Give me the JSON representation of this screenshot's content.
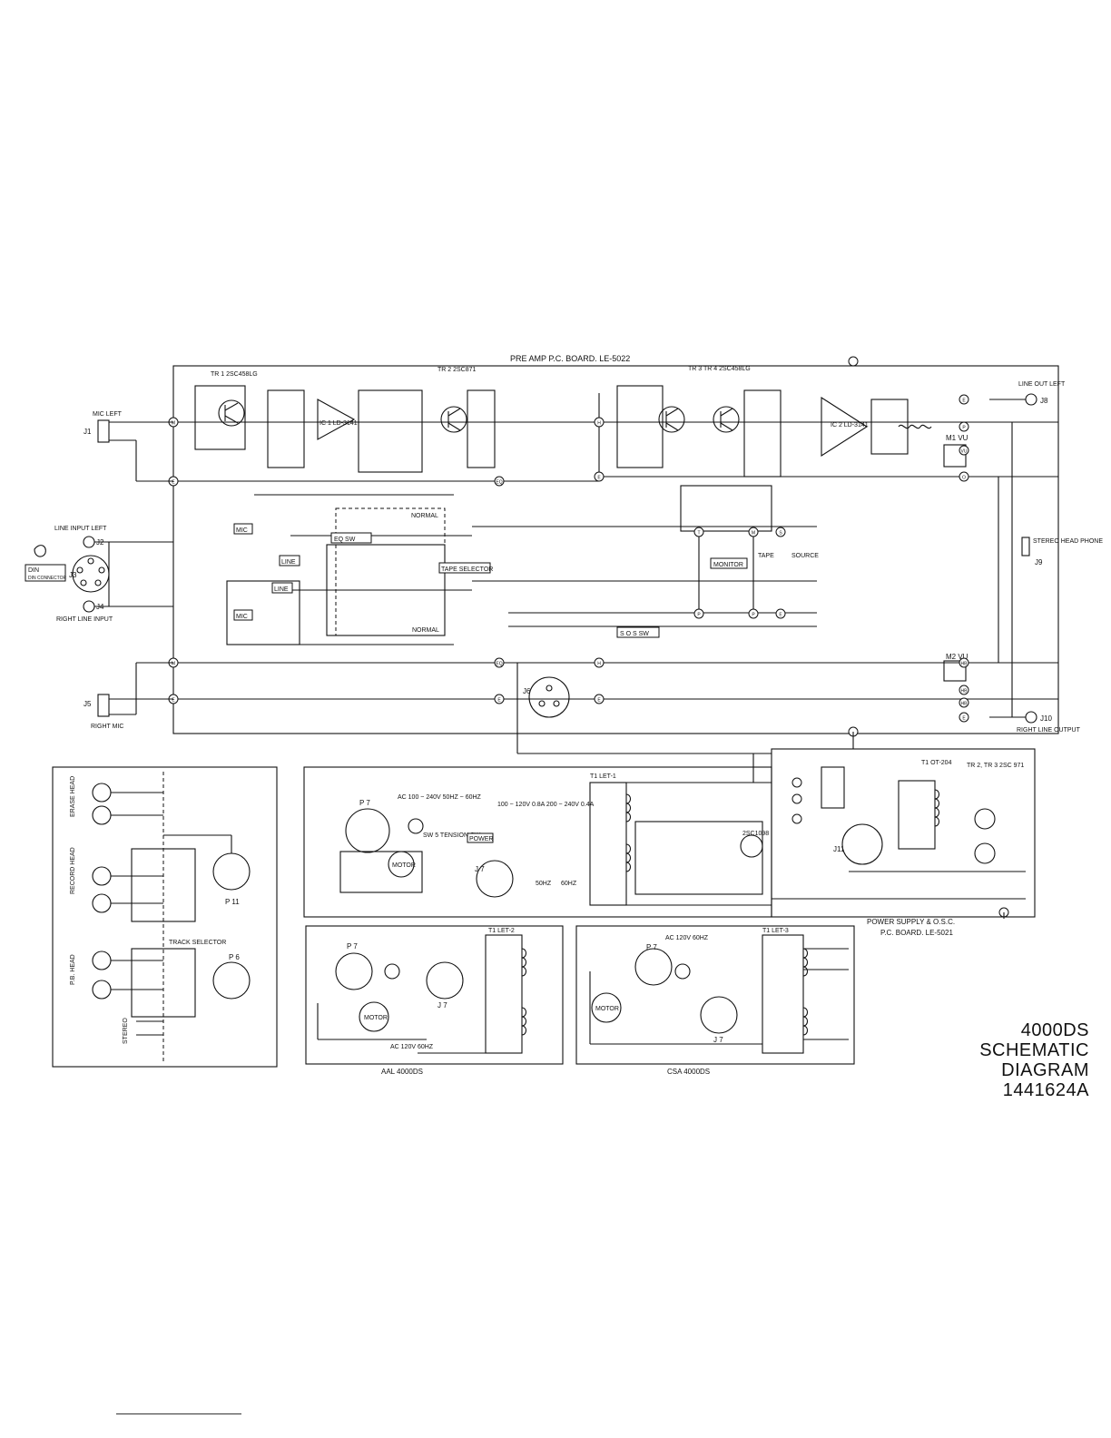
{
  "title_block": {
    "model": "4000DS",
    "title": "SCHEMATIC DIAGRAM",
    "number": "1441624A"
  },
  "boards": {
    "preamp": "PRE AMP P.C. BOARD. LE-5022",
    "power_line1": "POWER SUPPLY & O.S.C.",
    "power_line2": "P.C. BOARD. LE-5021"
  },
  "connectors": {
    "mic_left": "MIC LEFT",
    "j1": "J1",
    "line_input_left": "LINE INPUT LEFT",
    "j2": "J2",
    "din": "DIN CONNECTOR",
    "j3": "J3",
    "j4": "J4",
    "right_line_input": "RIGHT LINE INPUT",
    "j5": "J5",
    "right_mic": "RIGHT MIC",
    "line_out_left": "LINE OUT LEFT",
    "j8": "J8",
    "stereo_head_phone": "STEREO HEAD PHONE",
    "j9": "J9",
    "right_line_output": "RIGHT LINE OUTPUT",
    "j10": "J10",
    "j6": "J6",
    "j11": "J11",
    "p7": "P 7",
    "j7": "J 7",
    "p11": "P 11",
    "p6": "P 6"
  },
  "switches": {
    "eq_sw": "EQ SW",
    "tape_selector": "TAPE SELECTOR",
    "monitor": "MONITOR",
    "sos_sw": "S O S SW",
    "mic": "MIC",
    "line": "LINE",
    "normal": "NORMAL",
    "tape": "TAPE",
    "source": "SOURCE",
    "power": "POWER",
    "track_selector": "TRACK SELECTOR"
  },
  "meters": {
    "m1": "M1 VU",
    "m2": "M2 VU"
  },
  "heads": {
    "erase": "ERASE HEAD",
    "record": "RECORD HEAD",
    "pb": "P.B. HEAD",
    "stereo": "STEREO"
  },
  "transistors": {
    "tr1": "TR 1 2SC458LG",
    "tr2": "TR 2 2SC871",
    "tr34": "TR 3 TR 4 2SC458LG",
    "ic1": "IC 1 LD-3141",
    "ic2": "IC 2 LD-3141",
    "osc": "TR 2, TR 3 2SC 971",
    "reg": "2SC1098"
  },
  "transformers": {
    "t1": "T1 LET-1",
    "t1aal": "T1 LET-2",
    "t1csa": "T1 LET-3",
    "osc": "T1 OT-204"
  },
  "power_spec": {
    "ac_main": "AC 100 ~ 240V 50HZ ~ 60HZ",
    "fuse": "100 ~ 120V 0.8A 200 ~ 240V 0.4A",
    "ac120": "AC 120V 60HZ",
    "motor": "MOTOR",
    "tension_sw": "SW 5 TENSION SW",
    "hz50": "50HZ",
    "hz60": "60HZ"
  },
  "variants": {
    "aal": "AAL    4000DS",
    "csa": "CSA    4000DS"
  },
  "nodes": [
    "M",
    "E",
    "M",
    "E",
    "EQ",
    "EQ",
    "E",
    "H",
    "E",
    "H",
    "E",
    "T",
    "M",
    "S",
    "P",
    "P",
    "E",
    "E",
    "P",
    "VU",
    "O",
    "HB",
    "HB",
    "HB",
    "E"
  ],
  "colors": {
    "ink": "#111111",
    "paper": "#ffffff"
  }
}
